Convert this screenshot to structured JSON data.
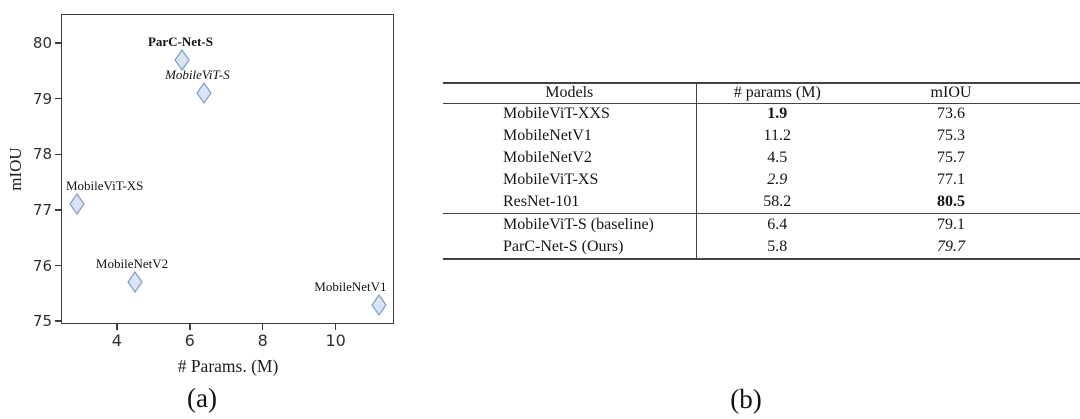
{
  "figure": {
    "caption_a": "(a)",
    "caption_b": "(b)"
  },
  "chart_data": [
    {
      "type": "scatter",
      "title": "",
      "xlabel": "# Params. (M)",
      "ylabel": "mIOU",
      "xlim": [
        2.47,
        11.6
      ],
      "ylim": [
        74.95,
        80.52
      ],
      "xticks": [
        4,
        6,
        8,
        10
      ],
      "yticks": [
        80,
        79,
        78,
        77,
        76,
        75
      ],
      "grid": false,
      "legend": "none",
      "marker": {
        "shape": "thin-diamond",
        "fill": "#d9e4f4",
        "stroke": "#7d9ccb",
        "width": 16,
        "height": 22
      },
      "points": [
        {
          "label": "ParC-Net-S",
          "x": 5.8,
          "y": 79.7,
          "emphasis": "bold",
          "label_dx": -2
        },
        {
          "label": "MobileViT-S",
          "x": 6.4,
          "y": 79.1,
          "emphasis": "italic",
          "label_dx": -7
        },
        {
          "label": "MobileViT-XS",
          "x": 2.9,
          "y": 77.1,
          "emphasis": "normal",
          "label_dx": 28
        },
        {
          "label": "MobileNetV2",
          "x": 4.5,
          "y": 75.7,
          "emphasis": "normal",
          "label_dx": -3
        },
        {
          "label": "MobileNetV1",
          "x": 11.2,
          "y": 75.3,
          "emphasis": "normal",
          "label_dx": -29
        }
      ]
    },
    {
      "type": "table",
      "columns": [
        "Models",
        "# params (M)",
        "mIOU"
      ],
      "rows": [
        {
          "model": "MobileViT-XXS",
          "params": "1.9",
          "params_style": "bold",
          "miou": "73.6",
          "miou_style": "normal",
          "group": 1
        },
        {
          "model": "MobileNetV1",
          "params": "11.2",
          "params_style": "normal",
          "miou": "75.3",
          "miou_style": "normal",
          "group": 1
        },
        {
          "model": "MobileNetV2",
          "params": "4.5",
          "params_style": "normal",
          "miou": "75.7",
          "miou_style": "normal",
          "group": 1
        },
        {
          "model": "MobileViT-XS",
          "params": "2.9",
          "params_style": "italic",
          "miou": "77.1",
          "miou_style": "normal",
          "group": 1
        },
        {
          "model": "ResNet-101",
          "params": "58.2",
          "params_style": "normal",
          "miou": "80.5",
          "miou_style": "bold",
          "group": 1
        },
        {
          "model": "MobileViT-S (baseline)",
          "params": "6.4",
          "params_style": "normal",
          "miou": "79.1",
          "miou_style": "normal",
          "group": 2
        },
        {
          "model": "ParC-Net-S (Ours)",
          "params": "5.8",
          "params_style": "normal",
          "miou": "79.7",
          "miou_style": "italic",
          "group": 2
        }
      ]
    }
  ]
}
